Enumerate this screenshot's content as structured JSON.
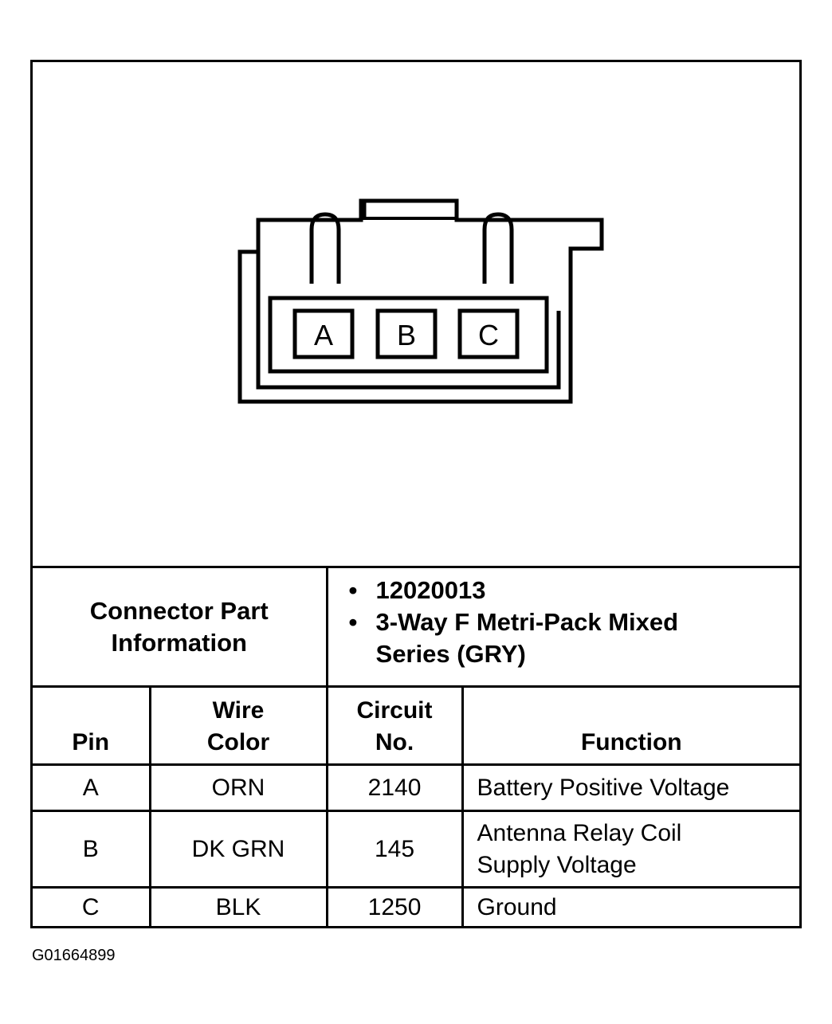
{
  "connector": {
    "pins": [
      "A",
      "B",
      "C"
    ]
  },
  "part_info": {
    "label_line1": "Connector Part",
    "label_line2": "Information",
    "part_number": "12020013",
    "description_line1": "3-Way F Metri-Pack Mixed",
    "description_line2": "Series (GRY)"
  },
  "columns": {
    "pin": "Pin",
    "wire_color_line1": "Wire",
    "wire_color_line2": "Color",
    "circuit_line1": "Circuit",
    "circuit_line2": "No.",
    "function": "Function"
  },
  "rows": [
    {
      "pin": "A",
      "wire_color": "ORN",
      "circuit": "2140",
      "function_line1": "Battery Positive Voltage",
      "function_line2": ""
    },
    {
      "pin": "B",
      "wire_color": "DK GRN",
      "circuit": "145",
      "function_line1": "Antenna Relay Coil",
      "function_line2": "Supply Voltage"
    },
    {
      "pin": "C",
      "wire_color": "BLK",
      "circuit": "1250",
      "function_line1": "Ground",
      "function_line2": ""
    }
  ],
  "figure_code": "G01664899"
}
